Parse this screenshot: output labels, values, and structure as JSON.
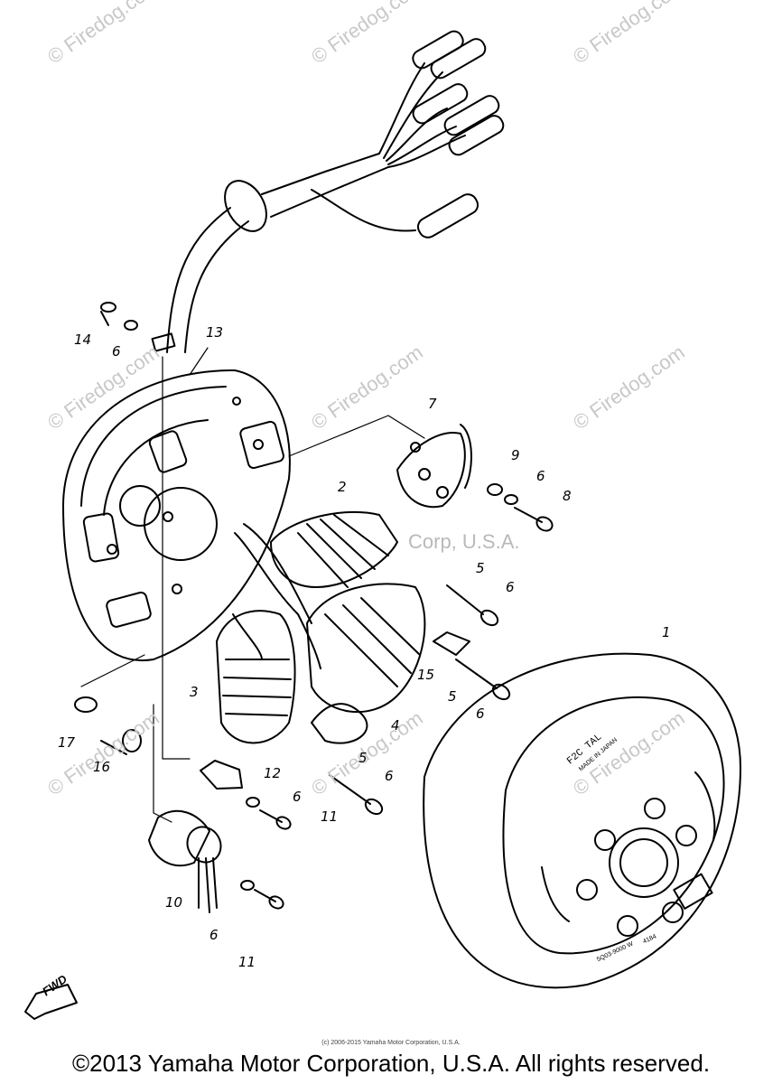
{
  "watermarks": {
    "firedog": "© Firedog.com",
    "yamaha_partial": "Corp, U.S.A."
  },
  "callouts": [
    {
      "id": "1",
      "text": "1"
    },
    {
      "id": "2",
      "text": "2"
    },
    {
      "id": "3",
      "text": "3"
    },
    {
      "id": "4",
      "text": "4"
    },
    {
      "id": "5a",
      "text": "5"
    },
    {
      "id": "5b",
      "text": "5"
    },
    {
      "id": "5c",
      "text": "5"
    },
    {
      "id": "6a",
      "text": "6"
    },
    {
      "id": "6b",
      "text": "6"
    },
    {
      "id": "6c",
      "text": "6"
    },
    {
      "id": "6d",
      "text": "6"
    },
    {
      "id": "6e",
      "text": "6"
    },
    {
      "id": "6f",
      "text": "6"
    },
    {
      "id": "6g",
      "text": "6"
    },
    {
      "id": "7",
      "text": "7"
    },
    {
      "id": "8",
      "text": "8"
    },
    {
      "id": "9",
      "text": "9"
    },
    {
      "id": "10",
      "text": "10"
    },
    {
      "id": "11a",
      "text": "11"
    },
    {
      "id": "11b",
      "text": "11"
    },
    {
      "id": "12",
      "text": "12"
    },
    {
      "id": "13",
      "text": "13"
    },
    {
      "id": "14",
      "text": "14"
    },
    {
      "id": "15",
      "text": "15"
    },
    {
      "id": "16",
      "text": "16"
    },
    {
      "id": "17",
      "text": "17"
    }
  ],
  "rotor_marking": {
    "line1": "F2C TAL",
    "line2": "MADE IN JAPAN",
    "line3": "4184",
    "line4": "5Q03-9000 W"
  },
  "fwd_label": "FWD",
  "fine_print": "(c) 2006-2015 Yamaha Motor Corporation, U.S.A.",
  "copyright": "©2013 Yamaha Motor Corporation, U.S.A. All rights reserved."
}
